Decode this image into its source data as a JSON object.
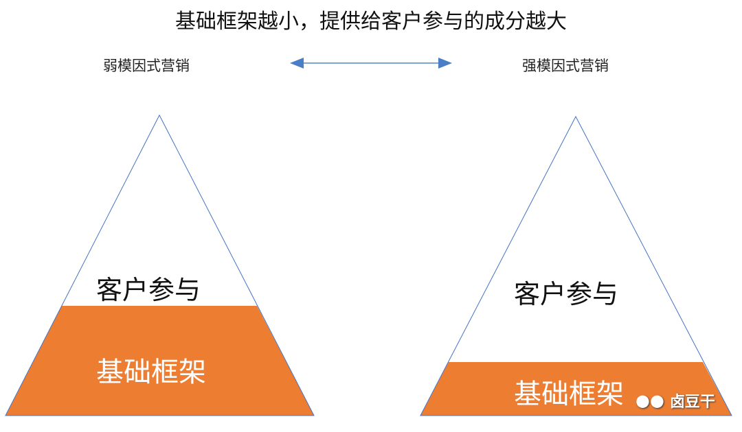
{
  "title": "基础框架越小，提供给客户参与的成分越大",
  "left_label": "弱模因式营销",
  "right_label": "强模因式营销",
  "left_pyramid": {
    "top_label": "客户参与",
    "bottom_label": "基础框架"
  },
  "right_pyramid": {
    "top_label": "客户参与",
    "bottom_label": "基础框架"
  },
  "watermark": "卤豆干",
  "colors": {
    "orange": "#ED7D31",
    "line": "#4472C4"
  }
}
